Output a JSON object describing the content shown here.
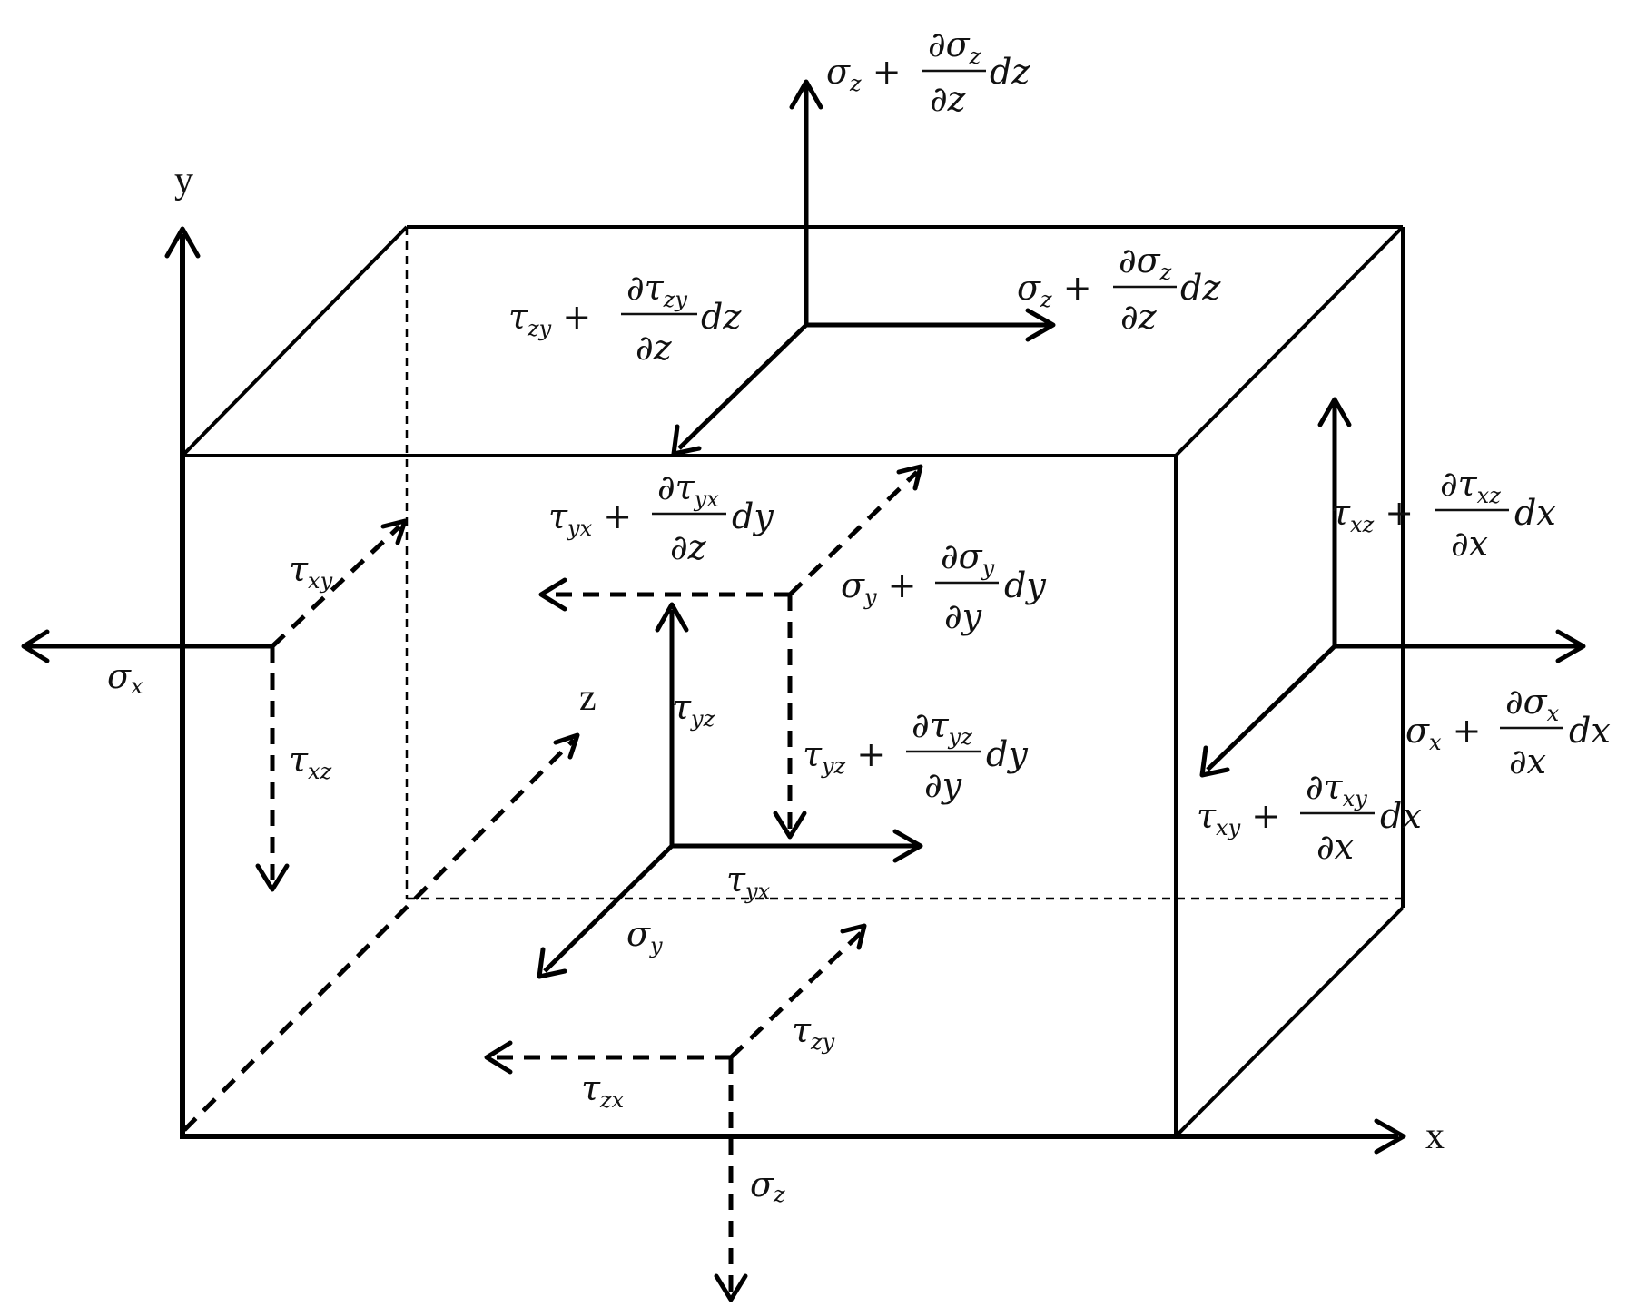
{
  "axes": {
    "x": "x",
    "y": "y",
    "z": "z"
  },
  "labels": {
    "sigma_x": "σx",
    "tau_xy": "τxy",
    "tau_xz": "τxz",
    "sigma_y": "σy",
    "tau_yx": "τyx",
    "tau_yz": "τyz",
    "sigma_z": "σz",
    "tau_zx": "τzx",
    "tau_zy": "τzy",
    "top_sigma_z": "σz + ∂σz/∂z dz",
    "top_sigma_z_right": "σz + ∂σz/∂z dz",
    "top_tau_zy": "τzy + ∂τzy/∂z dz",
    "front_tau_yx": "τyx + ∂τyx/∂z dy",
    "front_sigma_y": "σy + ∂σy/∂y dy",
    "front_tau_yz": "τyz + ∂τyz/∂y dy",
    "right_tau_xz": "τxz + ∂τxz/∂x dx",
    "right_sigma_x": "σx + ∂σx/∂x dx",
    "right_tau_xy": "τxy + ∂τxy/∂x dx"
  }
}
